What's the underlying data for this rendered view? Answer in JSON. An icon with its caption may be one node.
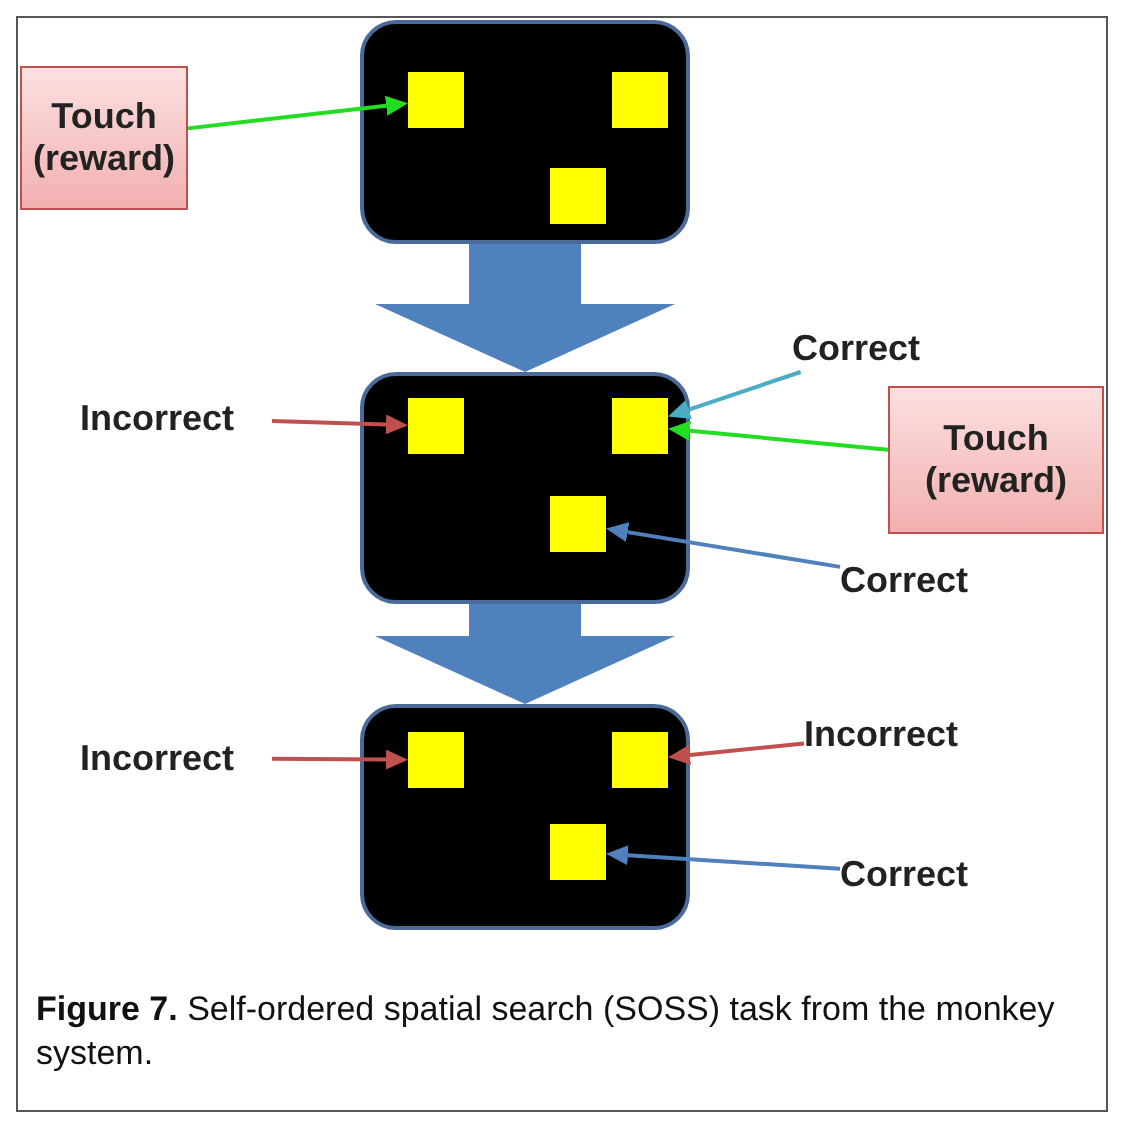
{
  "diagram": {
    "caption": "**Figure 7.** Self-ordered spatial search (SOSS) task from the monkey system.",
    "nodes": [
      {
        "text": [],
        "shape": "box"
      },
      {
        "text": [],
        "shape": "box",
        "in": 0
      },
      {
        "text": [],
        "shape": "box",
        "in": 0
      },
      {
        "text": [],
        "shape": "box",
        "in": 0
      },
      {
        "text": [
          "Touch (reward)"
        ]
      },
      {
        "text": [],
        "shape": "box"
      },
      {
        "text": [],
        "shape": "box",
        "in": 5
      },
      {
        "text": [],
        "shape": "box",
        "in": 5
      },
      {
        "text": [],
        "shape": "box",
        "in": 5
      },
      {
        "text": [
          "Correct"
        ]
      },
      {
        "text": [
          "Incorrect"
        ]
      },
      {
        "text": [
          "Touch (reward)"
        ]
      },
      {
        "text": [
          "Correct"
        ]
      },
      {
        "text": [],
        "shape": "box"
      },
      {
        "text": [],
        "shape": "box",
        "in": 13
      },
      {
        "text": [],
        "shape": "box",
        "in": 13
      },
      {
        "text": [],
        "shape": "box",
        "in": 13
      },
      {
        "text": [
          "Incorrect"
        ]
      },
      {
        "text": [
          "Incorrect"
        ]
      },
      {
        "text": [
          "Correct"
        ]
      }
    ],
    "edges": [
      {
        "from": 4,
        "to": 1,
        "arrow": "to",
        "color": "#22dd22"
      },
      {
        "from": 0,
        "to": 5,
        "arrow": "to",
        "style": "thick",
        "color": "#4f81bd"
      },
      {
        "from": 10,
        "to": 6,
        "arrow": "to",
        "color": "#c0504d"
      },
      {
        "from": 9,
        "to": 7,
        "arrow": "to",
        "color": "#4bacc6"
      },
      {
        "from": 11,
        "to": 7,
        "arrow": "to",
        "color": "#22dd22"
      },
      {
        "from": 12,
        "to": 8,
        "arrow": "to",
        "color": "#4f81bd"
      },
      {
        "from": 5,
        "to": 13,
        "arrow": "to",
        "style": "thick",
        "color": "#4f81bd"
      },
      {
        "from": 17,
        "to": 14,
        "arrow": "to",
        "color": "#c0504d"
      },
      {
        "from": 18,
        "to": 15,
        "arrow": "to",
        "color": "#c0504d"
      },
      {
        "from": 19,
        "to": 16,
        "arrow": "to",
        "color": "#4f81bd"
      }
    ]
  }
}
